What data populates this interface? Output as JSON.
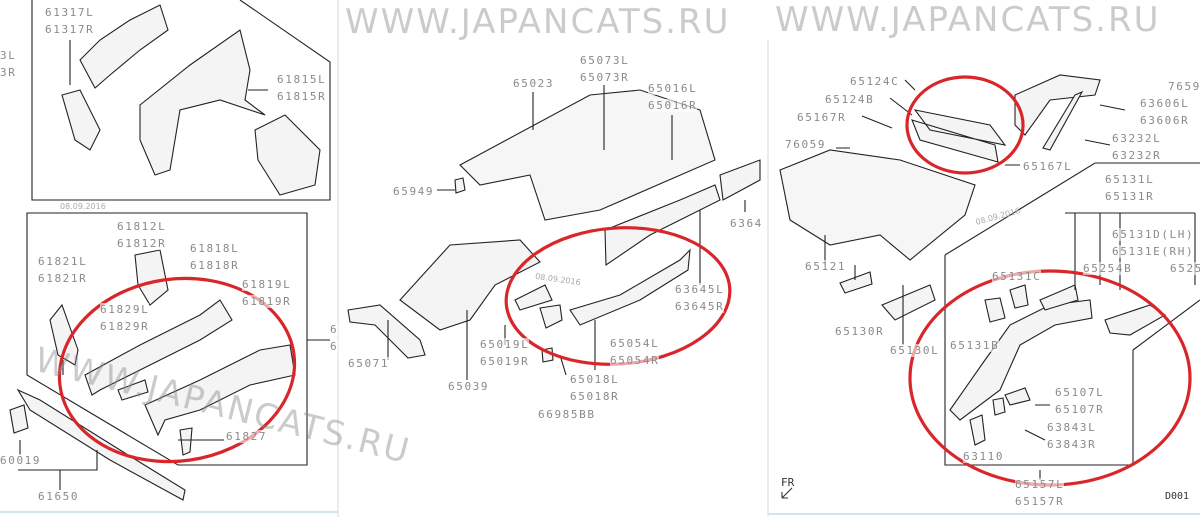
{
  "panels": [
    {
      "name": "front-frame",
      "labels": [
        "61317L",
        "61317R",
        "3L",
        "3R",
        "61815L",
        "61815R",
        "61812L",
        "61812R",
        "61818L",
        "61818R",
        "61821L",
        "61821R",
        "61819L",
        "61819R",
        "61829L",
        "61829R",
        "61827",
        "60019",
        "61650",
        "6",
        "6"
      ]
    },
    {
      "name": "floor-pan",
      "labels": [
        "65073L",
        "65073R",
        "65023",
        "65016L",
        "65016R",
        "65949",
        "6364",
        "63645L",
        "63645R",
        "65054L",
        "65054R",
        "65019L",
        "65019R",
        "65071",
        "65039",
        "65018L",
        "65018R",
        "66985BB"
      ]
    },
    {
      "name": "rear-floor",
      "labels": [
        "65124C",
        "65124B",
        "65167R",
        "76059",
        "7659",
        "63606L",
        "63606R",
        "63232L",
        "63232R",
        "65167L",
        "65131L",
        "65131R",
        "65131D(LH)",
        "65131E(RH)",
        "65254B",
        "6525",
        "65121",
        "65131C",
        "65131B",
        "65130R",
        "65130L",
        "65107L",
        "65107R",
        "63843L",
        "63843R",
        "63110",
        "65157L",
        "65157R"
      ]
    }
  ],
  "watermarks": [
    "WWW.JAPANCATS.RU",
    "WWW.JAPANCATS.RU",
    "WWW.JAPANCATS.RU"
  ],
  "stamps": [
    "08.09.2016",
    "08.09.2016",
    "08.09.2016"
  ],
  "front_marker": "FR",
  "diagram_code": "D001",
  "colors": {
    "highlight": "#d8262b",
    "line": "#222222",
    "label": "#8a8a8a"
  }
}
